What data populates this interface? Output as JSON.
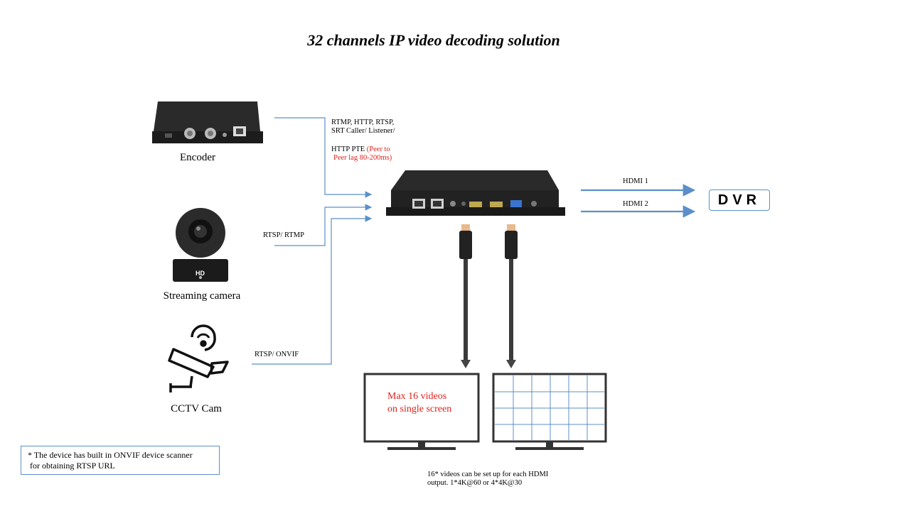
{
  "title": "32 channels IP video decoding solution",
  "sources": {
    "encoder": {
      "label": "Encoder",
      "protocol_lines": [
        "RTMP, HTTP, RTSP,",
        "SRT Caller/ Listener/"
      ],
      "http_pte": "HTTP PTE ",
      "http_pte_note": "(Peer to",
      "http_pte_note2": "Peer lag 80-200ms)"
    },
    "camera": {
      "label": "Streaming  camera",
      "protocol": "RTSP/ RTMP",
      "badge": "HD"
    },
    "cctv": {
      "label": "CCTV  Cam",
      "protocol": "RTSP/ ONVIF"
    }
  },
  "outputs": {
    "hdmi1": "HDMI 1",
    "hdmi2": "HDMI 2",
    "dvr": "DVR"
  },
  "monitor_text_line1": "Max 16 videos",
  "monitor_text_line2": "on single  screen",
  "bottom_note_line1": "16* videos can be set up for each HDMI",
  "bottom_note_line2": "output. 1*4K@60 or 4*4K@30",
  "device_note_line1": "* The device has built in ONVIF  device scanner",
  "device_note_line2": " for obtaining RTSP URL",
  "colors": {
    "line": "#5b8fc9",
    "accent_text": "#e0201a",
    "device": "#1e1e1e"
  }
}
